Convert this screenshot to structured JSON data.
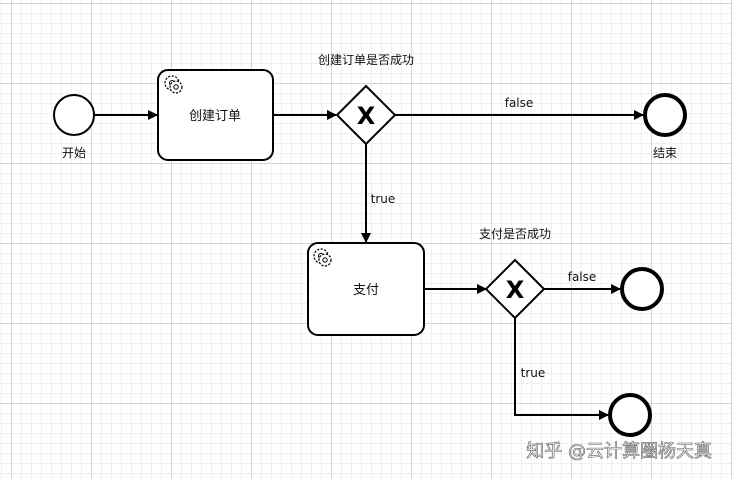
{
  "nodes": {
    "start_label": "开始",
    "end_label": "结束",
    "task_create_order": "创建订单",
    "task_pay": "支付"
  },
  "gateways": {
    "create_order_question": "创建订单是否成功",
    "pay_question": "支付是否成功",
    "marker": "X"
  },
  "edges": {
    "gw1_false": "false",
    "gw1_true": "true",
    "gw2_false": "false",
    "gw2_true": "true"
  },
  "watermark": "知乎 @云计算圈杨天真"
}
